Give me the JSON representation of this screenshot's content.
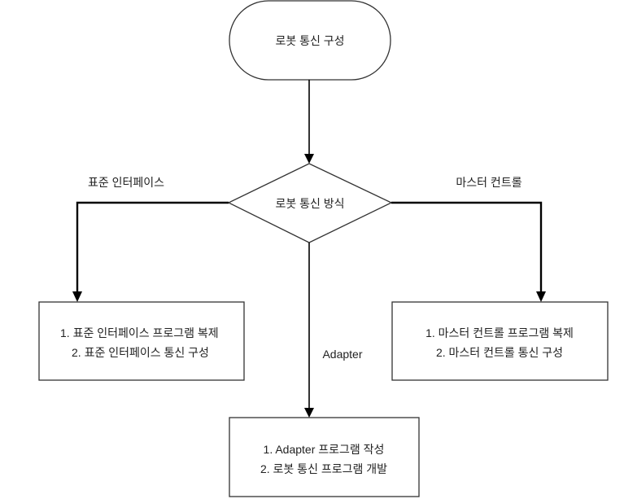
{
  "start": {
    "label": "로봇 통신 구성"
  },
  "decision": {
    "label": "로봇 통신 방식"
  },
  "branches": [
    {
      "label": "표준 인터페이스",
      "steps": [
        "1. 표준 인터페이스 프로그램 복제",
        "2. 표준 인터페이스 통신 구성"
      ]
    },
    {
      "label": "Adapter",
      "steps": [
        "1. Adapter 프로그램 작성",
        "2. 로봇 통신 프로그램 개발"
      ]
    },
    {
      "label": "마스터 컨트롤",
      "steps": [
        "1. 마스터 컨트롤 프로그램 복제",
        "2. 마스터 컨트롤 통신 구성"
      ]
    }
  ]
}
